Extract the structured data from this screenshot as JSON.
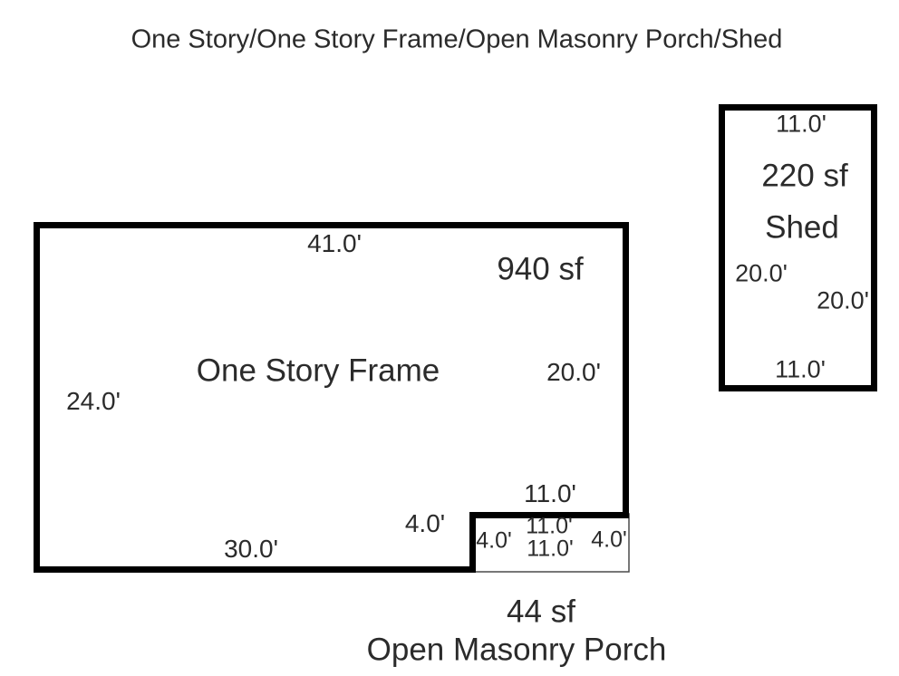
{
  "title": "One Story/One Story Frame/Open Masonry Porch/Shed",
  "buildings": {
    "main": {
      "name": "One Story Frame",
      "area": "940 sf",
      "dim_top": "41.0'",
      "dim_left": "24.0'",
      "dim_right": "20.0'",
      "dim_bottom": "30.0'",
      "dim_notch_width": "11.0'",
      "dim_notch_height": "4.0'"
    },
    "porch": {
      "name": "Open Masonry Porch",
      "area": "44 sf",
      "dim_top": "11.0'",
      "dim_bottom": "11.0'",
      "dim_left": "4.0'",
      "dim_right": "4.0'"
    },
    "shed": {
      "name": "Shed",
      "area": "220 sf",
      "dim_top": "11.0'",
      "dim_bottom": "11.0'",
      "dim_left": "20.0'",
      "dim_right": "20.0'"
    }
  },
  "colors": {
    "background": "#ffffff",
    "line": "#000000",
    "porch_line": "#4a4a4a",
    "text": "#2b2b2b"
  }
}
